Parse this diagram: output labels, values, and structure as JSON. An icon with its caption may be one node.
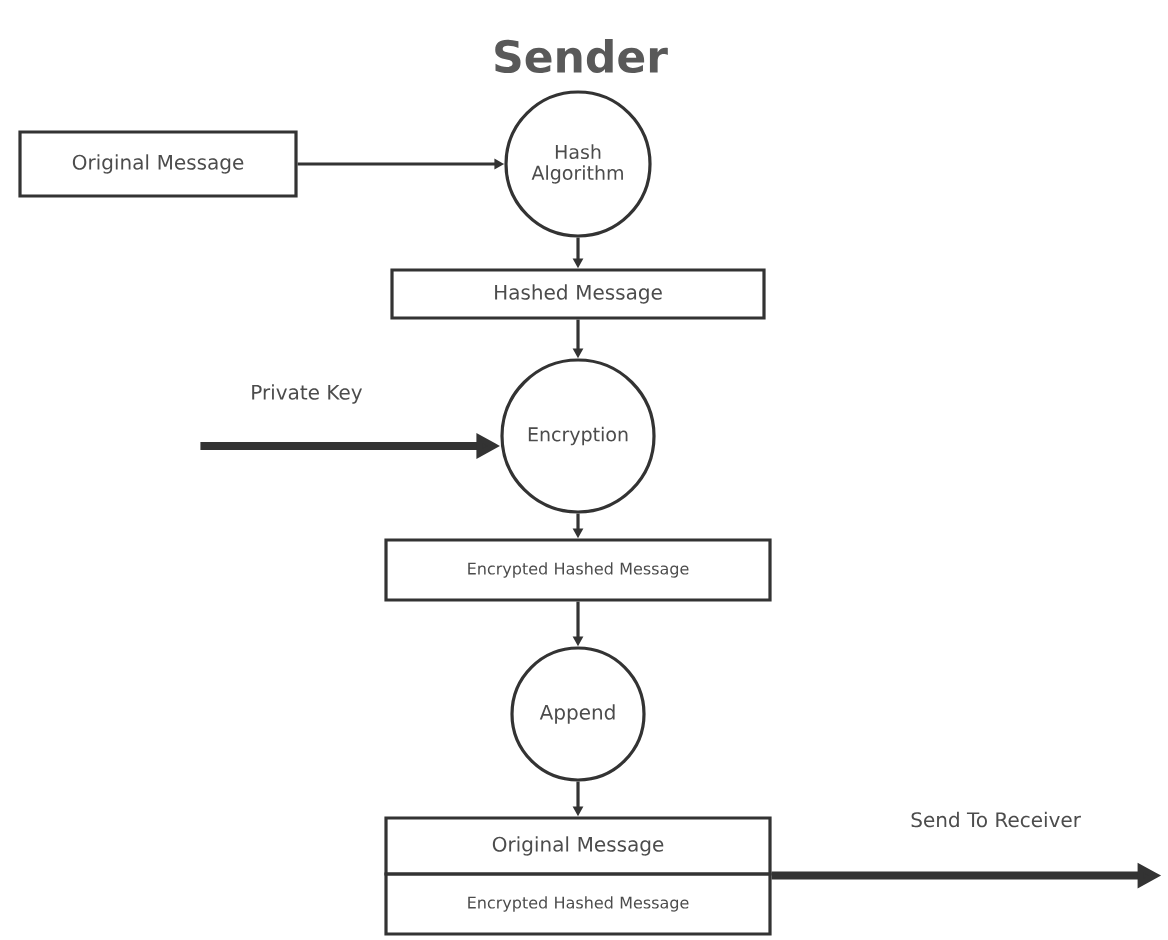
{
  "diagram": {
    "title": "Sender",
    "nodes": [
      {
        "text": [
          "Original Message"
        ]
      },
      {
        "text": [
          "Hash Algorithm"
        ]
      },
      {
        "text": [
          "Hashed Message"
        ]
      },
      {
        "text": [
          "Encryption"
        ]
      },
      {
        "text": [
          "Encrypted Hashed Message"
        ]
      },
      {
        "text": [
          "Append"
        ]
      },
      {
        "text": [
          "Original Message"
        ]
      },
      {
        "text": [
          "Encrypted Hashed Message"
        ]
      }
    ],
    "edges": [
      {
        "from": 0,
        "to": 1,
        "arrow": "to"
      },
      {
        "from": 1,
        "to": 2,
        "arrow": "to"
      },
      {
        "from": 2,
        "to": 3,
        "arrow": "to"
      },
      {
        "from": 3,
        "to": 4,
        "arrow": "to"
      },
      {
        "from": 4,
        "to": 5,
        "arrow": "to"
      },
      {
        "from": 5,
        "to": 6,
        "arrow": "to"
      },
      {
        "from": null,
        "to": 3,
        "arrow": "to",
        "label": "Private Key",
        "style": "thick"
      },
      {
        "from": 6,
        "to": null,
        "arrow": "to",
        "label": "Send To Receiver",
        "style": "thick"
      }
    ]
  }
}
